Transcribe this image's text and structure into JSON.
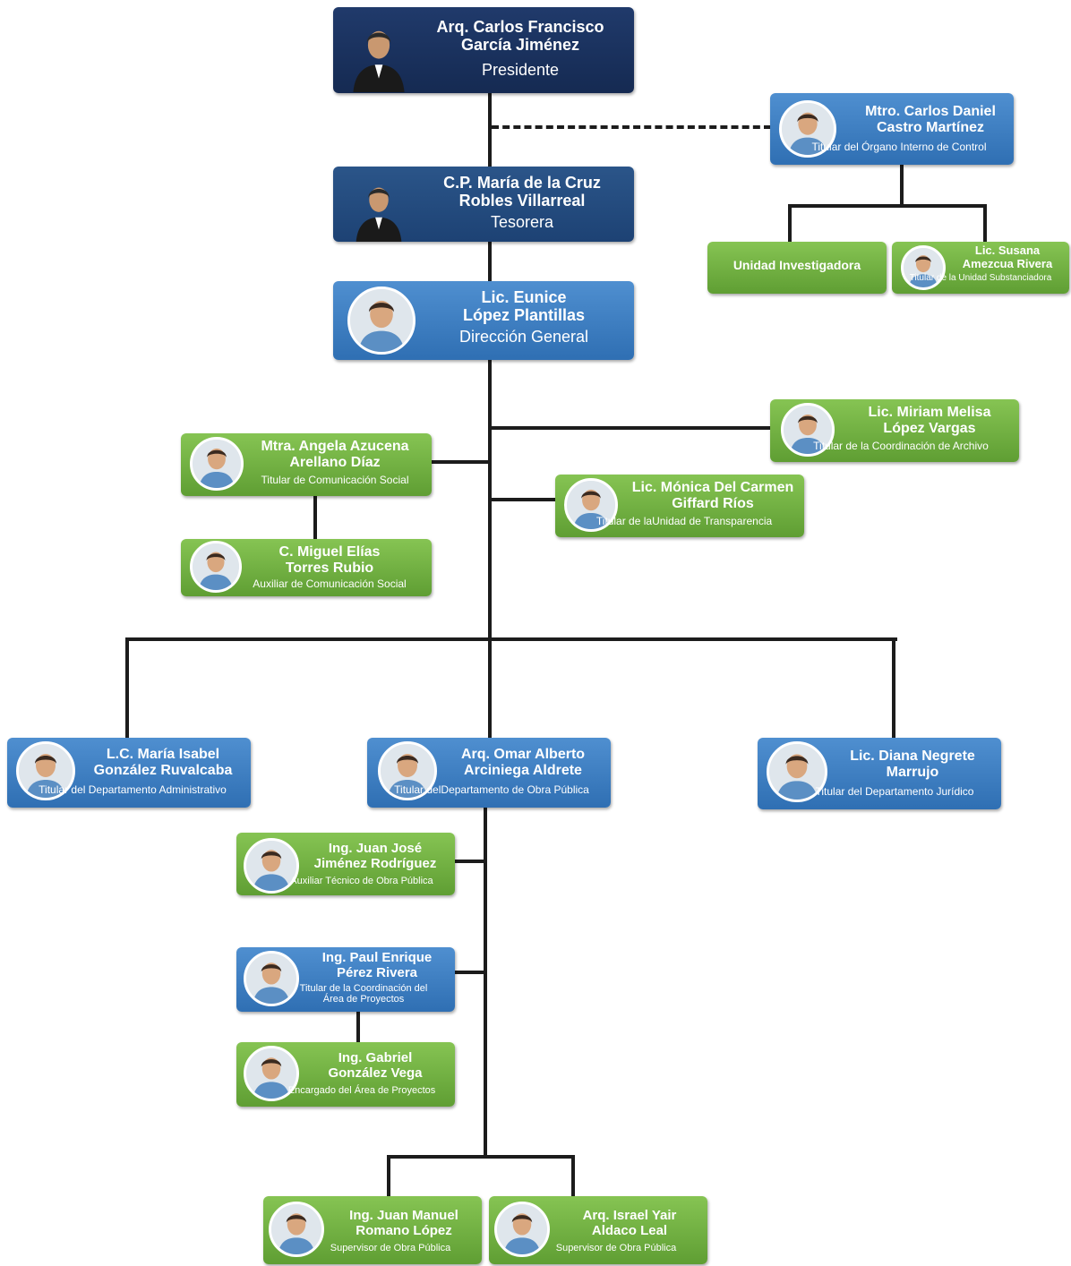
{
  "nodes": {
    "presidente": {
      "name1": "Arq. Carlos Francisco",
      "name2": "García Jiménez",
      "role": "Presidente"
    },
    "control": {
      "name1": "Mtro. Carlos Daniel",
      "name2": "Castro Martínez",
      "role": "Titular del Órgano Interno de Control"
    },
    "tesorera": {
      "name1": "C.P. María de la Cruz",
      "name2": "Robles Villarreal",
      "role": "Tesorera"
    },
    "investigadora": {
      "label": "Unidad Investigadora"
    },
    "substanciadora": {
      "name1": "Lic. Susana",
      "name2": "Amezcua Rivera",
      "role": "Titular de la Unidad Substanciadora"
    },
    "direccion": {
      "name1": "Lic. Eunice",
      "name2": "López Plantillas",
      "role": "Dirección General"
    },
    "archivo": {
      "name1": "Lic. Miriam Melisa",
      "name2": "López Vargas",
      "role": "Titular de la Coordinación de Archivo"
    },
    "comunicacion": {
      "name1": "Mtra. Angela Azucena",
      "name2": "Arellano Díaz",
      "role": "Titular de Comunicación Social"
    },
    "transparencia": {
      "name1": "Lic. Mónica Del Carmen",
      "name2": "Giffard Ríos",
      "role": "Titular de laUnidad de Transparencia"
    },
    "aux_comunicacion": {
      "name1": "C. Miguel Elías",
      "name2": "Torres Rubio",
      "role": "Auxiliar de Comunicación Social"
    },
    "administrativo": {
      "name1": "L.C. María Isabel",
      "name2": "González Ruvalcaba",
      "role": "Titular del Departamento Administrativo"
    },
    "obra_publica": {
      "name1": "Arq. Omar Alberto",
      "name2": "Arciniega Aldrete",
      "role": "Titular delDepartamento de Obra Pública"
    },
    "juridico": {
      "name1": "Lic. Diana Negrete",
      "name2": "Marrujo",
      "role": "Titular del Departamento Jurídico"
    },
    "aux_tecnico": {
      "name1": "Ing. Juan José",
      "name2": "Jiménez Rodríguez",
      "role": "Auxiliar Técnico de Obra Pública"
    },
    "proyectos": {
      "name1": "Ing. Paul Enrique",
      "name2": "Pérez Rivera",
      "role": "Titular de la Coordinación del",
      "role2": "Área de Proyectos"
    },
    "encargado_proyectos": {
      "name1": "Ing. Gabriel",
      "name2": "González Vega",
      "role": "Encargado del Área de Proyectos"
    },
    "supervisor1": {
      "name1": "Ing. Juan Manuel",
      "name2": "Romano López",
      "role": "Supervisor de Obra Pública"
    },
    "supervisor2": {
      "name1": "Arq. Israel Yair",
      "name2": "Aldaco Leal",
      "role": "Supervisor de Obra Pública"
    }
  },
  "colors": {
    "navy": "#1a3263",
    "blue": "#3b7cc0",
    "green": "#6cae3e",
    "line": "#1c1c1c"
  },
  "icons": {
    "person": "person-photo-icon"
  }
}
